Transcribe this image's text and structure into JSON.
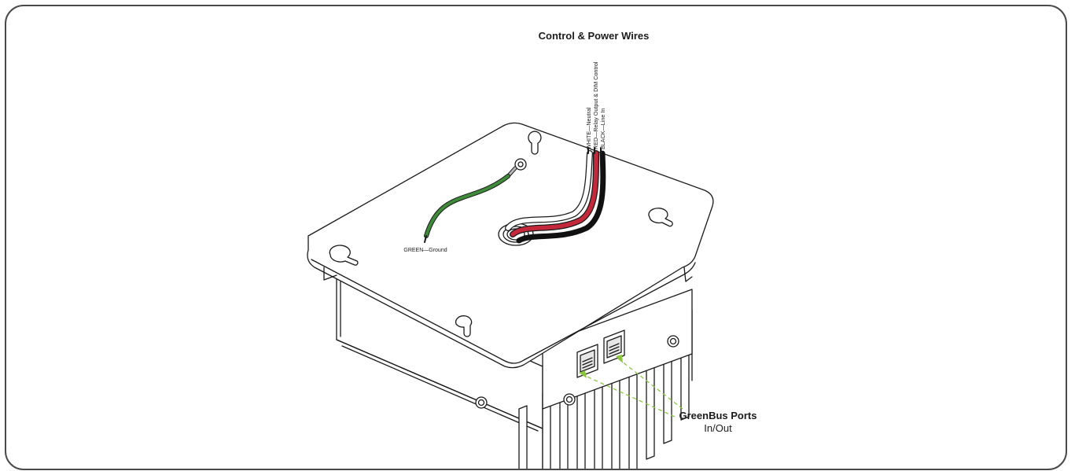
{
  "title": "Control & Power Wires",
  "wires": [
    {
      "label": "WHITE—Neutral",
      "color": "#ffffff"
    },
    {
      "label": "RED—Relay Output & DIM Control",
      "color": "#c4283b"
    },
    {
      "label": "BLACK—Line In",
      "color": "#111111"
    }
  ],
  "ground": {
    "label": "GREEN—Ground",
    "color": "#3f8a3a"
  },
  "ports": {
    "title": "GreenBus Ports",
    "subtitle": "In/Out",
    "arrow_color": "#8cc63f"
  },
  "colors": {
    "outline": "#1a1a1a",
    "frame": "#4a4a4a"
  }
}
